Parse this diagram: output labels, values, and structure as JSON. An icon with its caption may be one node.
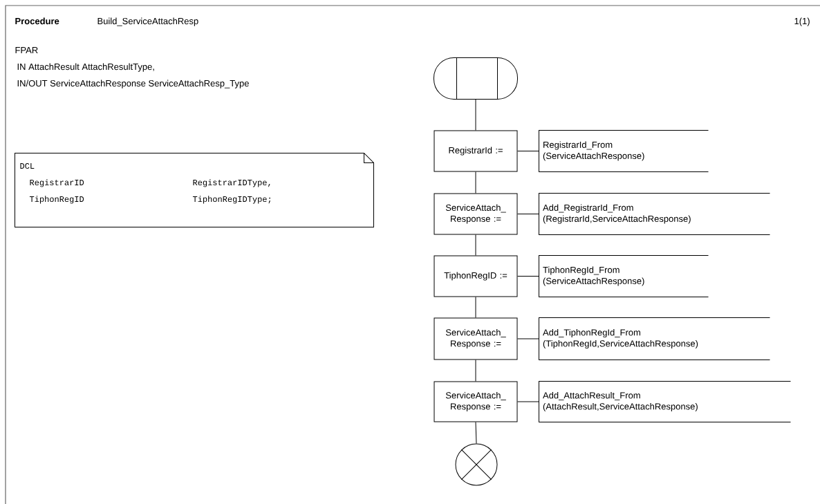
{
  "diagram": {
    "nodes": [
      {
        "text": [
          "DCL",
          "RegistrarID",
          "RegistrarIDType,",
          "TiphonRegID",
          "TiphonRegIDType;"
        ]
      },
      {
        "text": [],
        "shape": "terminal"
      },
      {
        "text": [
          "RegistrarId :="
        ]
      },
      {
        "text": [
          "RegistrarId_From (ServiceAttachResponse)"
        ]
      },
      {
        "text": [
          "ServiceAttach_ Response :="
        ]
      },
      {
        "text": [
          "Add_RegistrarId_From (RegistrarId,ServiceAttachResponse)"
        ]
      },
      {
        "text": [
          "TiphonRegID :="
        ]
      },
      {
        "text": [
          "TiphonRegId_From (ServiceAttachResponse)"
        ]
      },
      {
        "text": [
          "ServiceAttach_ Response :="
        ]
      },
      {
        "text": [
          "Add_TiphonRegId_From (TiphonRegId,ServiceAttachResponse)"
        ]
      },
      {
        "text": [
          "ServiceAttach_ Response :="
        ]
      },
      {
        "text": [
          "Add_AttachResult_From (AttachResult,ServiceAttachResponse)"
        ]
      },
      {
        "text": [],
        "shape": "circle"
      }
    ],
    "edges": [
      {
        "from": 1,
        "to": 2,
        "arrow": "none"
      },
      {
        "from": 2,
        "to": 3,
        "arrow": "none"
      },
      {
        "from": 2,
        "to": 4,
        "arrow": "none"
      },
      {
        "from": 4,
        "to": 5,
        "arrow": "none"
      },
      {
        "from": 4,
        "to": 6,
        "arrow": "none"
      },
      {
        "from": 6,
        "to": 7,
        "arrow": "none"
      },
      {
        "from": 6,
        "to": 8,
        "arrow": "none"
      },
      {
        "from": 8,
        "to": 9,
        "arrow": "none"
      },
      {
        "from": 8,
        "to": 10,
        "arrow": "none"
      },
      {
        "from": 10,
        "to": 11,
        "arrow": "none"
      },
      {
        "from": 10,
        "to": 12,
        "arrow": "none"
      }
    ],
    "labels": [
      "Procedure",
      "Build_ServiceAttachResp",
      "1(1)",
      "FPAR",
      "IN AttachResult  AttachResultType,",
      "IN/OUT ServiceAttachResponse  ServiceAttachResp_Type"
    ]
  }
}
